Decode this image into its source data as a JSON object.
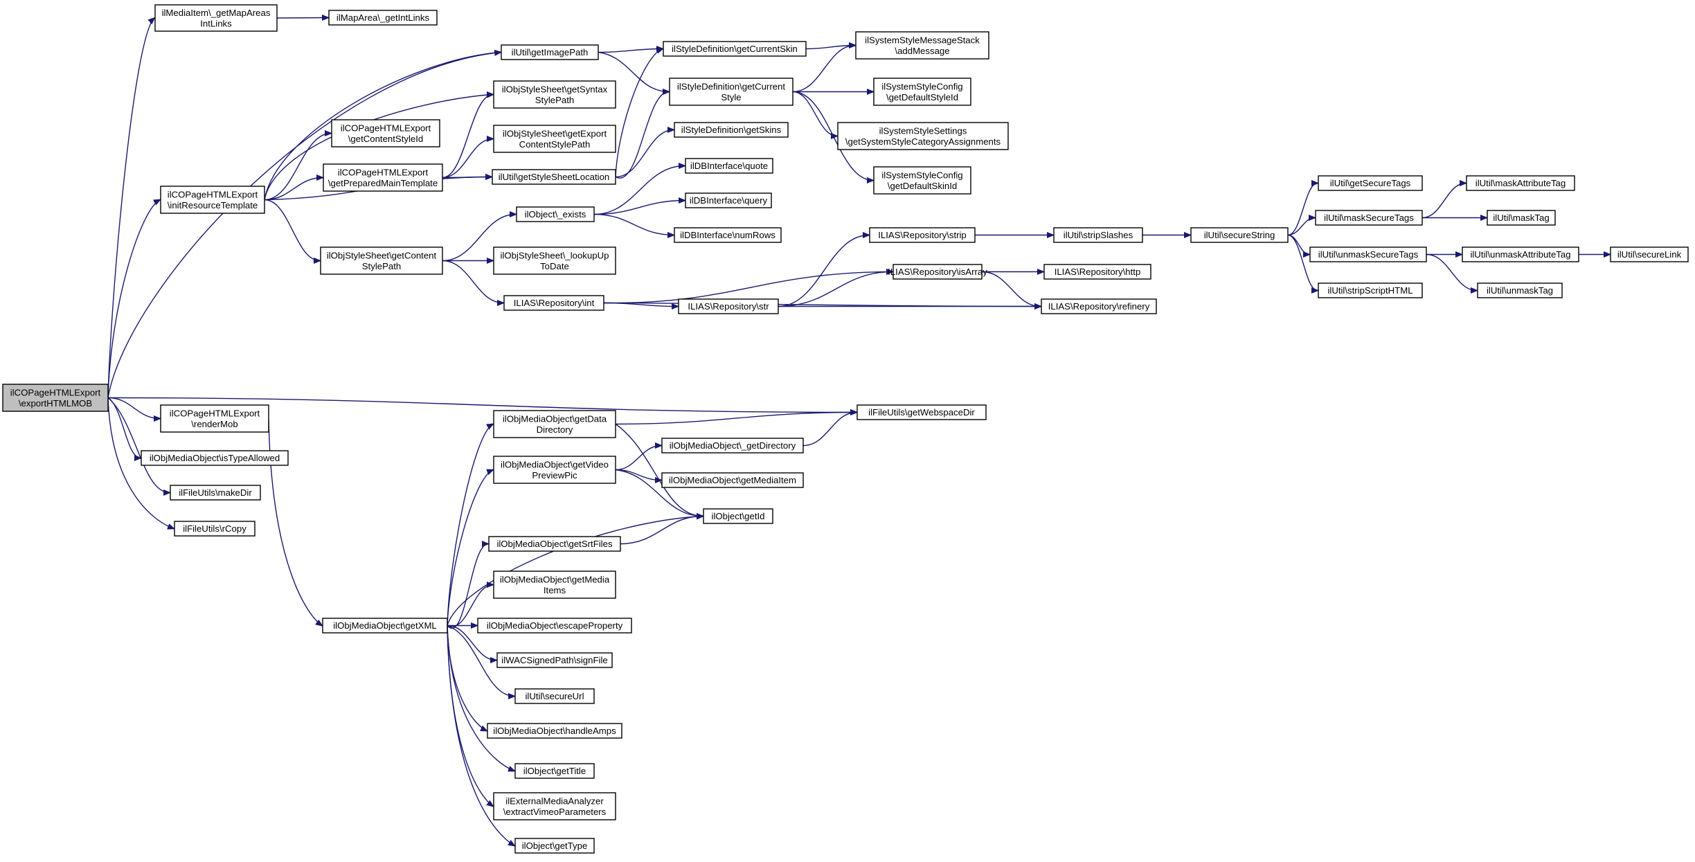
{
  "colors": {
    "edge": "#191970",
    "node_border": "#000000",
    "root_fill": "#bfbfbf",
    "node_fill": "#ffffff"
  },
  "nodes": [
    {
      "id": "n0",
      "label": "ilCOPageHTMLExport\n\\exportHTMLMOB",
      "root": true
    },
    {
      "id": "n1",
      "label": "ilMediaItem\\_getMapAreas\nIntLinks"
    },
    {
      "id": "n2",
      "label": "ilMapArea\\_getIntLinks"
    },
    {
      "id": "n3",
      "label": "ilUtil\\getImagePath"
    },
    {
      "id": "n4",
      "label": "ilStyleDefinition\\getCurrentSkin"
    },
    {
      "id": "n5",
      "label": "ilSystemStyleMessageStack\n\\addMessage"
    },
    {
      "id": "n6",
      "label": "ilStyleDefinition\\getCurrent\nStyle"
    },
    {
      "id": "n7",
      "label": "ilSystemStyleConfig\n\\getDefaultStyleId"
    },
    {
      "id": "n8",
      "label": "ilSystemStyleSettings\n\\getSystemStyleCategoryAssignments"
    },
    {
      "id": "n9",
      "label": "ilSystemStyleConfig\n\\getDefaultSkinId"
    },
    {
      "id": "n10",
      "label": "ilObjStyleSheet\\getSyntax\nStylePath"
    },
    {
      "id": "n11",
      "label": "ilCOPageHTMLExport\n\\getContentStyleId"
    },
    {
      "id": "n12",
      "label": "ilObjStyleSheet\\getExport\nContentStylePath"
    },
    {
      "id": "n13",
      "label": "ilStyleDefinition\\getSkins"
    },
    {
      "id": "n14",
      "label": "ilCOPageHTMLExport\n\\getPreparedMainTemplate"
    },
    {
      "id": "n15",
      "label": "ilUtil\\getStyleSheetLocation"
    },
    {
      "id": "n16",
      "label": "ilCOPageHTMLExport\n\\initResourceTemplate"
    },
    {
      "id": "n17",
      "label": "ilDBInterface\\quote"
    },
    {
      "id": "n18",
      "label": "ilDBInterface\\query"
    },
    {
      "id": "n19",
      "label": "ilObject\\_exists"
    },
    {
      "id": "n20",
      "label": "ilDBInterface\\numRows"
    },
    {
      "id": "n21",
      "label": "ilObjStyleSheet\\getContent\nStylePath"
    },
    {
      "id": "n22",
      "label": "ilObjStyleSheet\\_lookupUp\nToDate"
    },
    {
      "id": "n23",
      "label": "ILIAS\\Repository\\int"
    },
    {
      "id": "n24",
      "label": "ILIAS\\Repository\\strip"
    },
    {
      "id": "n25",
      "label": "ILIAS\\Repository\\isArray"
    },
    {
      "id": "n26",
      "label": "ILIAS\\Repository\\str"
    },
    {
      "id": "n27",
      "label": "ILIAS\\Repository\\refinery"
    },
    {
      "id": "n28",
      "label": "ILIAS\\Repository\\http"
    },
    {
      "id": "n29",
      "label": "ilUtil\\stripSlashes"
    },
    {
      "id": "n30",
      "label": "ilUtil\\secureString"
    },
    {
      "id": "n31",
      "label": "ilUtil\\getSecureTags"
    },
    {
      "id": "n32",
      "label": "ilUtil\\maskSecureTags"
    },
    {
      "id": "n33",
      "label": "ilUtil\\unmaskSecureTags"
    },
    {
      "id": "n34",
      "label": "ilUtil\\stripScriptHTML"
    },
    {
      "id": "n35",
      "label": "ilUtil\\maskAttributeTag"
    },
    {
      "id": "n36",
      "label": "ilUtil\\maskTag"
    },
    {
      "id": "n37",
      "label": "ilUtil\\unmaskAttributeTag"
    },
    {
      "id": "n38",
      "label": "ilUtil\\unmaskTag"
    },
    {
      "id": "n39",
      "label": "ilUtil\\secureLink"
    },
    {
      "id": "n40",
      "label": "ilFileUtils\\getWebspaceDir"
    },
    {
      "id": "n41",
      "label": "ilCOPageHTMLExport\n\\renderMob"
    },
    {
      "id": "n42",
      "label": "ilObjMediaObject\\isTypeAllowed"
    },
    {
      "id": "n43",
      "label": "ilFileUtils\\makeDir"
    },
    {
      "id": "n44",
      "label": "ilFileUtils\\rCopy"
    },
    {
      "id": "n45",
      "label": "ilObjMediaObject\\getData\nDirectory"
    },
    {
      "id": "n46",
      "label": "ilObjMediaObject\\_getDirectory"
    },
    {
      "id": "n47",
      "label": "ilObjMediaObject\\getVideo\nPreviewPic"
    },
    {
      "id": "n48",
      "label": "ilObjMediaObject\\getMediaItem"
    },
    {
      "id": "n49",
      "label": "ilObject\\getId"
    },
    {
      "id": "n50",
      "label": "ilObjMediaObject\\getSrtFiles"
    },
    {
      "id": "n51",
      "label": "ilObjMediaObject\\getMedia\nItems"
    },
    {
      "id": "n52",
      "label": "ilObjMediaObject\\getXML"
    },
    {
      "id": "n53",
      "label": "ilObjMediaObject\\escapeProperty"
    },
    {
      "id": "n54",
      "label": "ilWACSignedPath\\signFile"
    },
    {
      "id": "n55",
      "label": "ilUtil\\secureUrl"
    },
    {
      "id": "n56",
      "label": "ilObjMediaObject\\handleAmps"
    },
    {
      "id": "n57",
      "label": "ilObject\\getTitle"
    },
    {
      "id": "n58",
      "label": "ilExternalMediaAnalyzer\n\\extractVimeoParameters"
    },
    {
      "id": "n59",
      "label": "ilObject\\getType"
    }
  ],
  "edges": [
    [
      "n0",
      "n1"
    ],
    [
      "n1",
      "n2"
    ],
    [
      "n0",
      "n3"
    ],
    [
      "n3",
      "n4"
    ],
    [
      "n3",
      "n6"
    ],
    [
      "n4",
      "n5"
    ],
    [
      "n6",
      "n5"
    ],
    [
      "n6",
      "n7"
    ],
    [
      "n6",
      "n8"
    ],
    [
      "n6",
      "n9"
    ],
    [
      "n0",
      "n16"
    ],
    [
      "n16",
      "n10"
    ],
    [
      "n16",
      "n11"
    ],
    [
      "n16",
      "n14"
    ],
    [
      "n16",
      "n15"
    ],
    [
      "n16",
      "n21"
    ],
    [
      "n16",
      "n3"
    ],
    [
      "n14",
      "n10"
    ],
    [
      "n14",
      "n12"
    ],
    [
      "n14",
      "n15"
    ],
    [
      "n15",
      "n4"
    ],
    [
      "n15",
      "n6"
    ],
    [
      "n15",
      "n13"
    ],
    [
      "n21",
      "n19"
    ],
    [
      "n21",
      "n22"
    ],
    [
      "n21",
      "n23"
    ],
    [
      "n19",
      "n17"
    ],
    [
      "n19",
      "n18"
    ],
    [
      "n19",
      "n20"
    ],
    [
      "n23",
      "n25"
    ],
    [
      "n23",
      "n26"
    ],
    [
      "n23",
      "n27"
    ],
    [
      "n26",
      "n24"
    ],
    [
      "n26",
      "n25"
    ],
    [
      "n26",
      "n27"
    ],
    [
      "n24",
      "n29"
    ],
    [
      "n29",
      "n30"
    ],
    [
      "n25",
      "n28"
    ],
    [
      "n25",
      "n27"
    ],
    [
      "n30",
      "n31"
    ],
    [
      "n30",
      "n32"
    ],
    [
      "n30",
      "n33"
    ],
    [
      "n30",
      "n34"
    ],
    [
      "n32",
      "n35"
    ],
    [
      "n32",
      "n36"
    ],
    [
      "n33",
      "n37"
    ],
    [
      "n33",
      "n38"
    ],
    [
      "n37",
      "n39"
    ],
    [
      "n0",
      "n40"
    ],
    [
      "n0",
      "n41"
    ],
    [
      "n0",
      "n42"
    ],
    [
      "n0",
      "n43"
    ],
    [
      "n0",
      "n44"
    ],
    [
      "n41",
      "n52"
    ],
    [
      "n52",
      "n45"
    ],
    [
      "n52",
      "n47"
    ],
    [
      "n52",
      "n49"
    ],
    [
      "n52",
      "n50"
    ],
    [
      "n52",
      "n51"
    ],
    [
      "n52",
      "n53"
    ],
    [
      "n52",
      "n54"
    ],
    [
      "n52",
      "n55"
    ],
    [
      "n52",
      "n56"
    ],
    [
      "n52",
      "n57"
    ],
    [
      "n52",
      "n58"
    ],
    [
      "n52",
      "n59"
    ],
    [
      "n45",
      "n40"
    ],
    [
      "n45",
      "n49"
    ],
    [
      "n46",
      "n40"
    ],
    [
      "n47",
      "n46"
    ],
    [
      "n47",
      "n48"
    ],
    [
      "n47",
      "n49"
    ],
    [
      "n50",
      "n49"
    ]
  ]
}
